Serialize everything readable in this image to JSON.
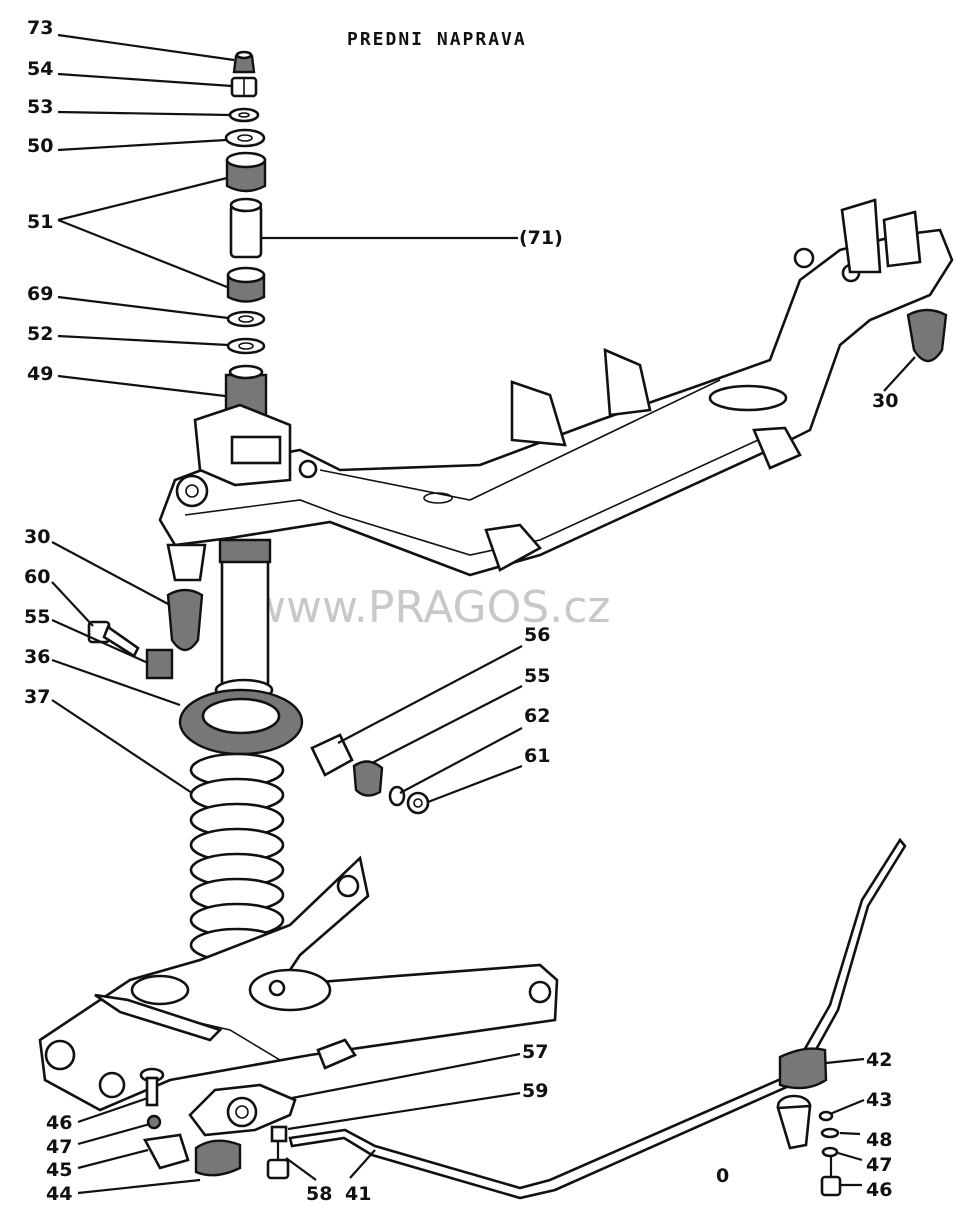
{
  "title": "PREDNI NAPRAVA",
  "watermark": "www.PRAGOS.cz",
  "labels": {
    "l73": "73",
    "l54": "54",
    "l53": "53",
    "l50": "50",
    "l51": "51",
    "l71": "(71)",
    "l69": "69",
    "l52": "52",
    "l49": "49",
    "l30a": "30",
    "l30b": "30",
    "l60": "60",
    "l55a": "55",
    "l36": "36",
    "l37": "37",
    "l56": "56",
    "l55b": "55",
    "l62": "62",
    "l61": "61",
    "l42": "42",
    "l43": "43",
    "l48": "48",
    "l47b": "47",
    "l46b": "46",
    "l57": "57",
    "l59": "59",
    "l46a": "46",
    "l47a": "47",
    "l45": "45",
    "l44": "44",
    "l58": "58",
    "l41": "41",
    "l0": "0"
  }
}
